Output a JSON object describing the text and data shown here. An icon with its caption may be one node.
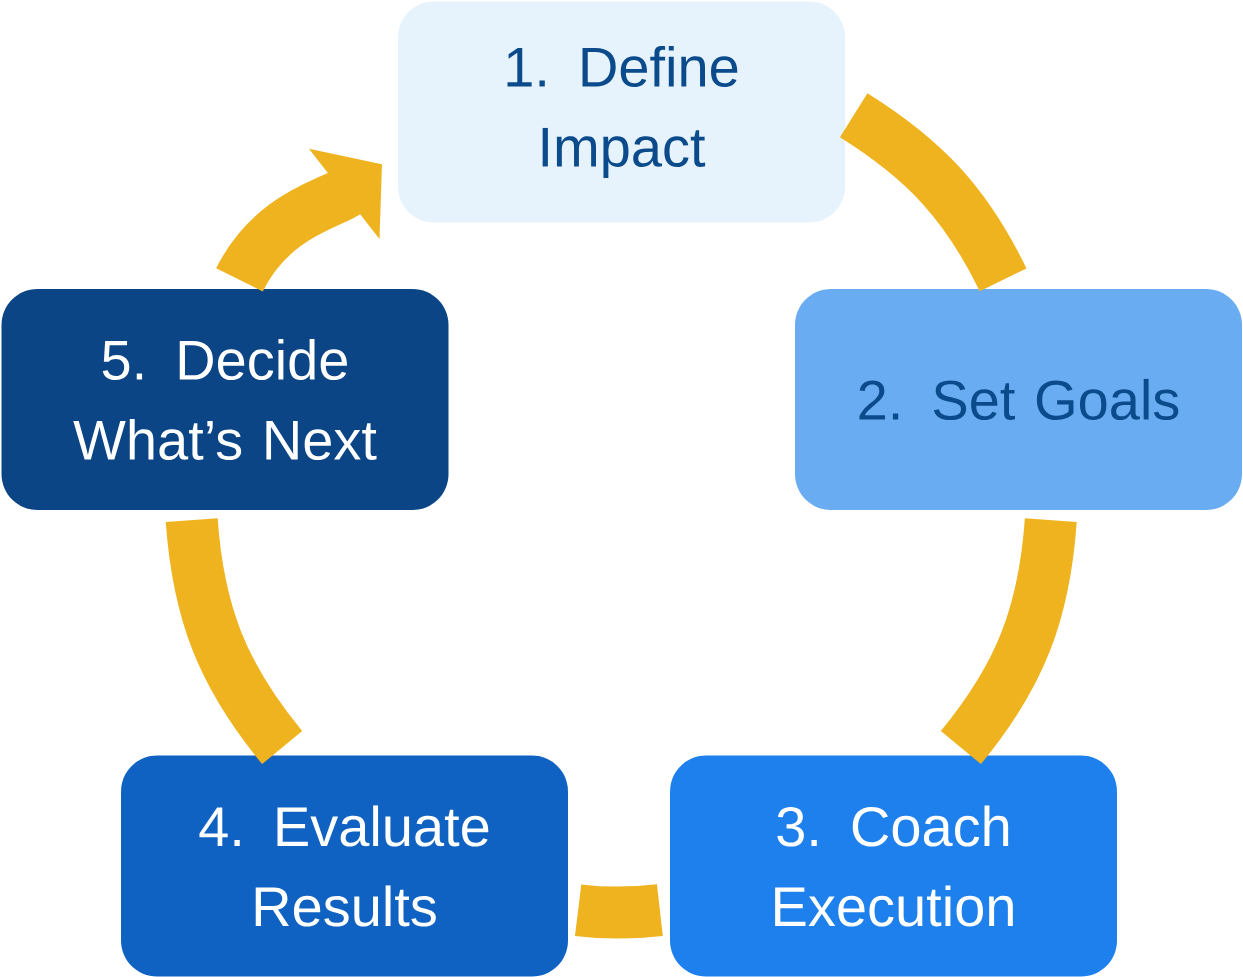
{
  "diagram": {
    "nodes": [
      {
        "text": [
          "1. Define Impact"
        ]
      },
      {
        "text": [
          "2. Set Goals"
        ]
      },
      {
        "text": [
          "3. Coach Execution"
        ]
      },
      {
        "text": [
          "4. Evaluate Results"
        ]
      },
      {
        "text": [
          "5. Decide What’s Next"
        ]
      }
    ],
    "edges": [
      {
        "from": 0,
        "to": 1,
        "arrow": "none"
      },
      {
        "from": 1,
        "to": 2,
        "arrow": "none"
      },
      {
        "from": 2,
        "to": 3,
        "arrow": "none"
      },
      {
        "from": 3,
        "to": 4,
        "arrow": "none"
      },
      {
        "from": 4,
        "to": 0,
        "arrow": "to"
      }
    ]
  }
}
